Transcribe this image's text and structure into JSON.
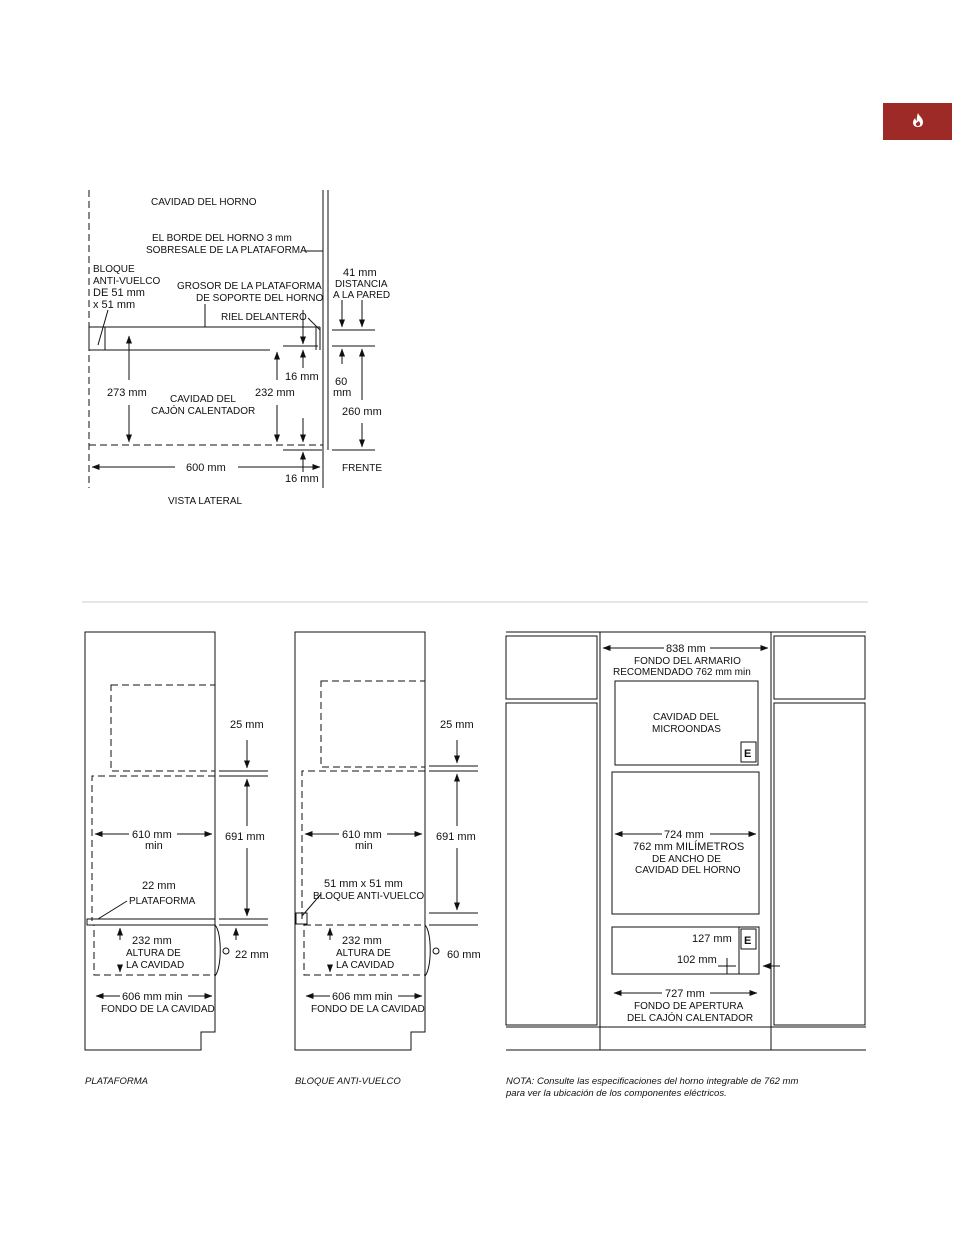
{
  "colors": {
    "tab_bg": "#9e2a28",
    "ink": "#111111",
    "rule": "#cccccc"
  },
  "tab_icon": "flame-icon",
  "side_view": {
    "oven_cavity": "CAVIDAD DEL HORNO",
    "oven_edge_1": "EL BORDE DEL HORNO 3 mm",
    "oven_edge_2": "SOBRESALE DE LA PLATAFORMA",
    "block_1": "BLOQUE",
    "block_2": "ANTI-VUELCO",
    "block_3": "DE 51 mm",
    "block_4": "x 51 mm",
    "platform_thickness_1": "GROSOR DE LA PLATAFORMA",
    "platform_thickness_2": "DE SOPORTE DEL HORNO",
    "front_rail": "RIEL DELANTERO",
    "wall_dist_1": "41 mm",
    "wall_dist_2": "DISTANCIA",
    "wall_dist_3": "A LA PARED",
    "dim_16_top": "16 mm",
    "dim_60_1": "60",
    "dim_60_2": "mm",
    "dim_273": "273 mm",
    "dim_232": "232 mm",
    "drawer_cavity_1": "CAVIDAD DEL",
    "drawer_cavity_2": "CAJÓN CALENTADOR",
    "dim_260": "260 mm",
    "dim_600": "600 mm",
    "front": "FRENTE",
    "dim_16_bottom": "16 mm",
    "caption": "VISTA LATERAL"
  },
  "platform_view": {
    "dim_25": "25 mm",
    "dim_691": "691 mm",
    "width_1": "610 mm",
    "width_2": "min",
    "dim_22": "22 mm",
    "platform_label": "PLATAFORMA",
    "height_1": "232 mm",
    "height_2": "ALTURA DE",
    "height_3": "LA CAVIDAD",
    "dim_22_right": "22 mm",
    "depth_1": "606 mm min",
    "depth_2": "FONDO DE LA CAVIDAD",
    "caption": "PLATAFORMA"
  },
  "block_view": {
    "dim_25": "25 mm",
    "dim_691": "691 mm",
    "width_1": "610 mm",
    "width_2": "min",
    "block_1": "51 mm x 51 mm",
    "block_2": "BLOQUE ANTI-VUELCO",
    "height_1": "232 mm",
    "height_2": "ALTURA DE",
    "height_3": "LA CAVIDAD",
    "dim_60_right": "60 mm",
    "depth_1": "606 mm min",
    "depth_2": "FONDO DE LA CAVIDAD",
    "caption": "BLOQUE ANTI-VUELCO"
  },
  "front_view": {
    "dim_838": "838 mm",
    "cabinet_depth_1": "FONDO DEL ARMARIO",
    "cabinet_depth_2": "RECOMENDADO 762 mm min",
    "microwave_1": "CAVIDAD DEL",
    "microwave_2": "MICROONDAS",
    "e_label": "E",
    "dim_724": "724 mm",
    "oven_width_1": "762 mm MILÍMETROS",
    "oven_width_2": "DE ANCHO DE",
    "oven_width_3": "CAVIDAD DEL HORNO",
    "dim_127": "127 mm",
    "dim_102": "102 mm",
    "dim_727": "727 mm",
    "opening_1": "FONDO DE APERTURA",
    "opening_2": "DEL CAJÓN CALENTADOR"
  },
  "note_1": "NOTA: Consulte las especificaciones del horno integrable de 762 mm",
  "note_2": "para ver la ubicación de los componentes eléctricos."
}
